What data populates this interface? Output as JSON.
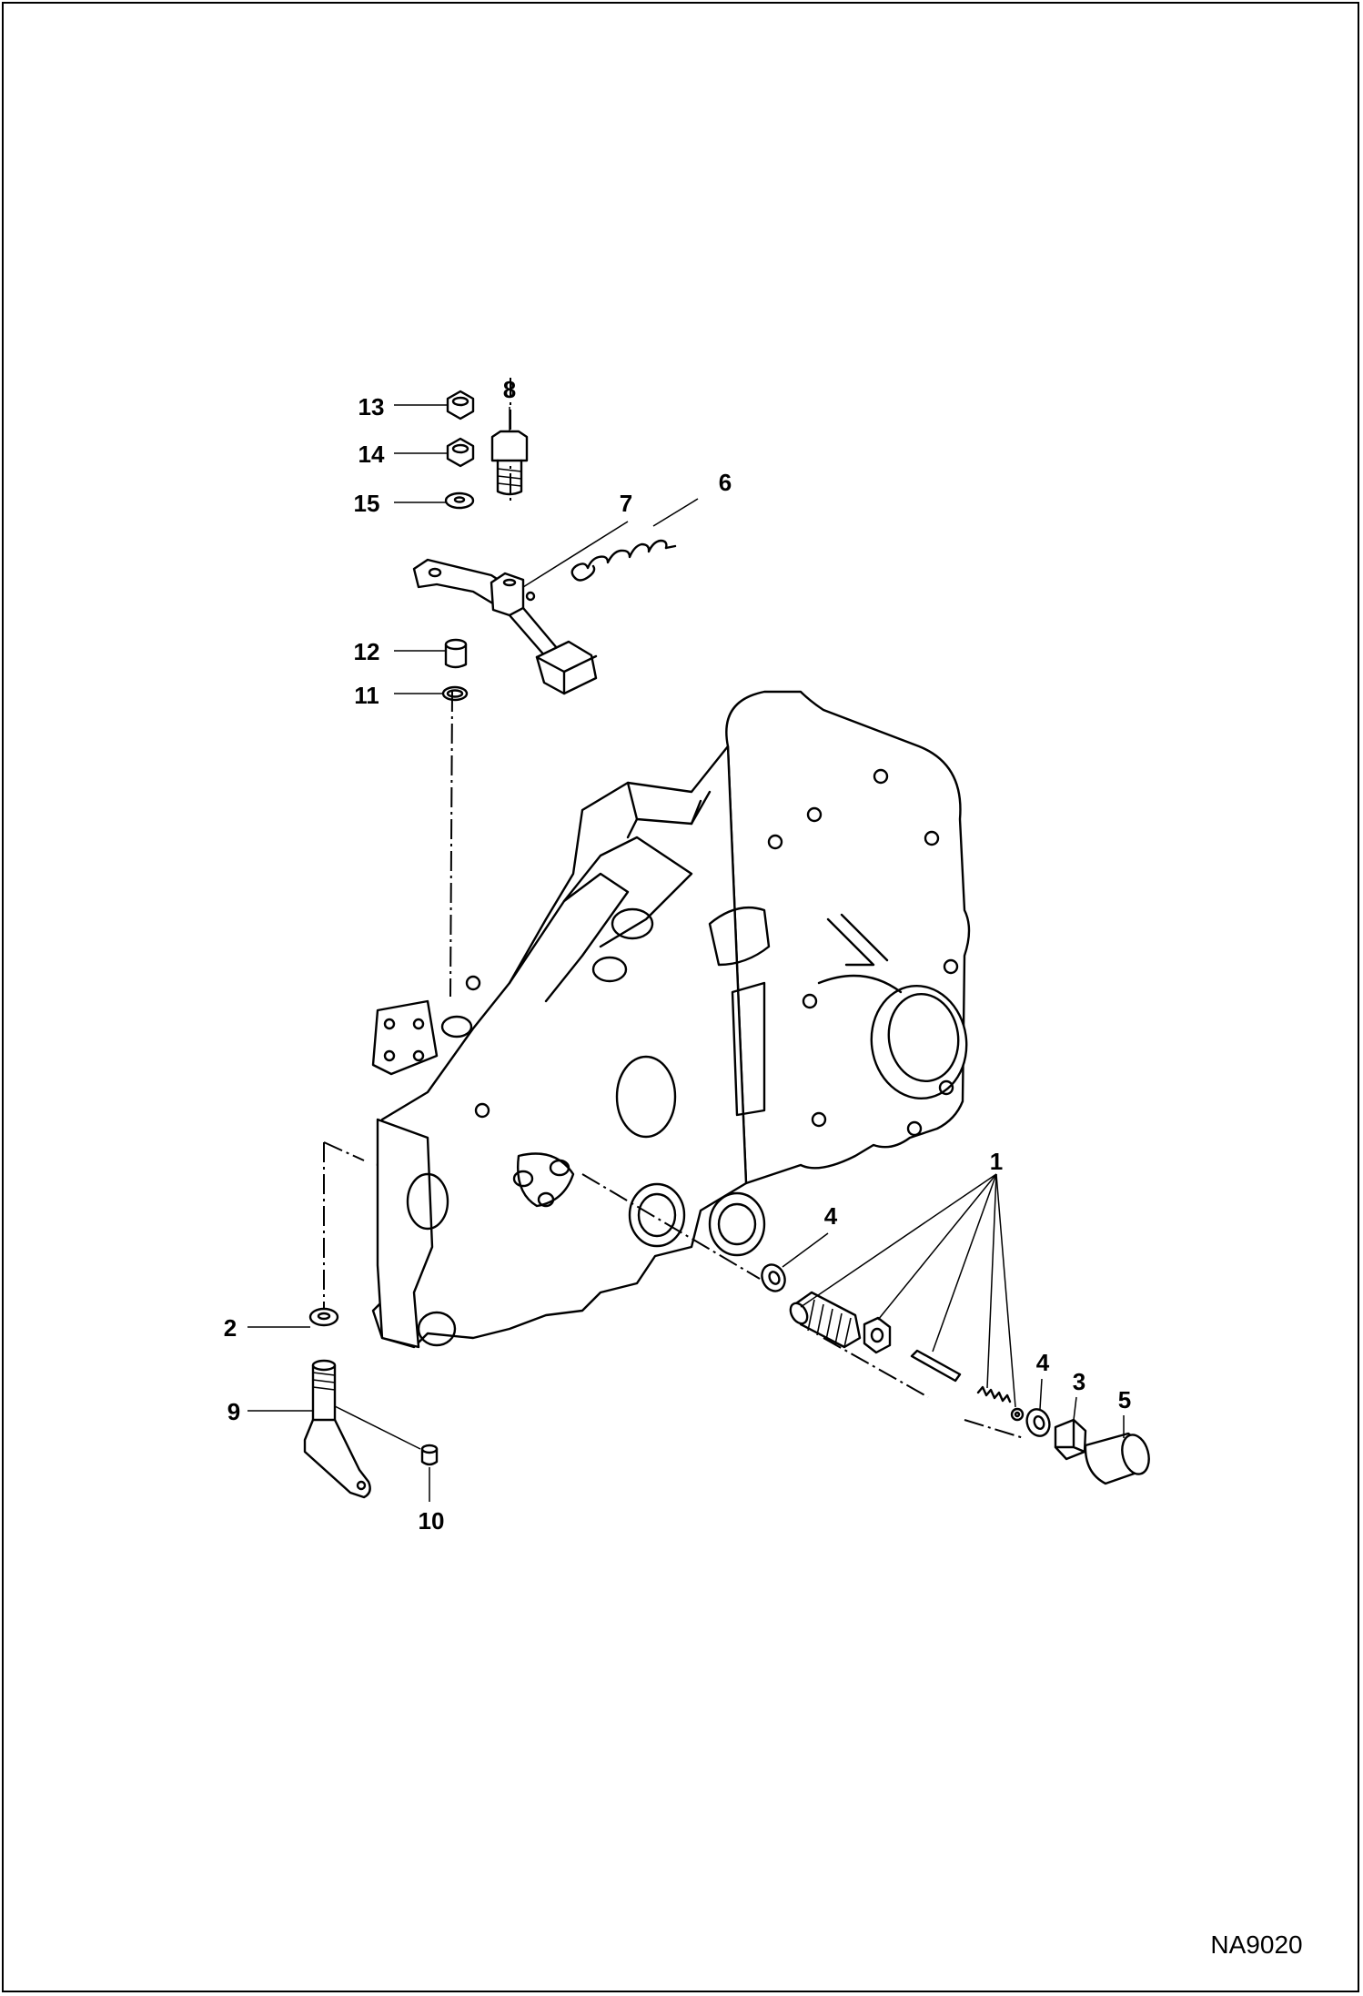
{
  "diagram": {
    "drawing_id": "NA9020",
    "callouts": {
      "c1": "1",
      "c2": "2",
      "c3": "3",
      "c4a": "4",
      "c4b": "4",
      "c5": "5",
      "c6": "6",
      "c7": "7",
      "c8": "8",
      "c9": "9",
      "c10": "10",
      "c11": "11",
      "c12": "12",
      "c13": "13",
      "c14": "14",
      "c15": "15"
    }
  }
}
